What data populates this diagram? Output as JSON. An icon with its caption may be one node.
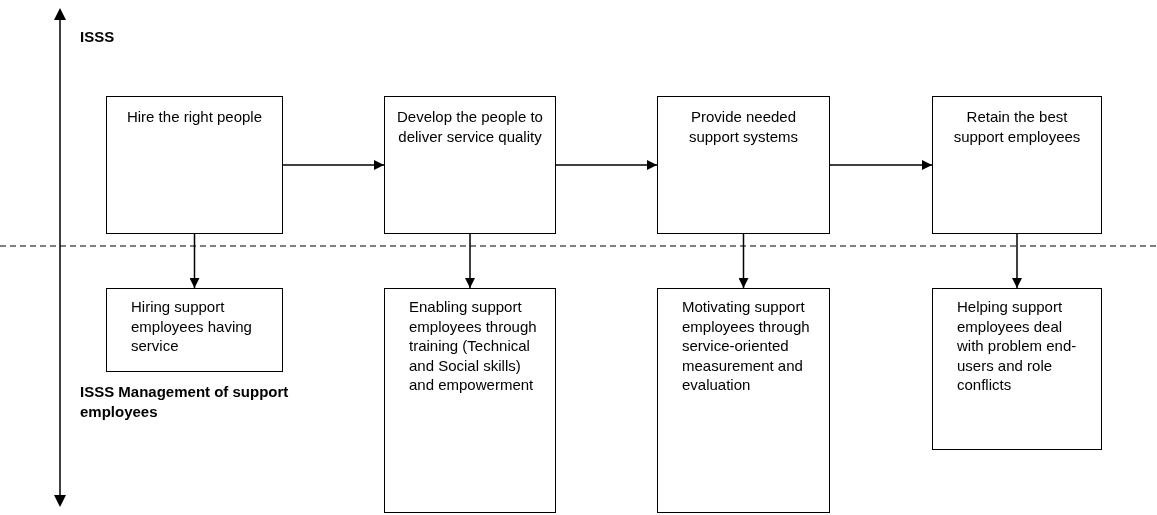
{
  "diagram": {
    "nodes": [
      {
        "text": [
          "Hire the right people"
        ]
      },
      {
        "text": [
          "Develop the people to deliver service quality"
        ]
      },
      {
        "text": [
          "Provide needed support systems"
        ]
      },
      {
        "text": [
          "Retain the best support employees"
        ]
      },
      {
        "text": [
          "Hiring support employees having service"
        ]
      },
      {
        "text": [
          "Enabling support employees through training (Technical and Social skills) and empowerment"
        ]
      },
      {
        "text": [
          "Motivating support employees through service-oriented measurement and evaluation"
        ]
      },
      {
        "text": [
          "Helping support employees deal with problem end-users and role conflicts"
        ]
      }
    ],
    "edges": [
      {
        "from": 0,
        "to": 1,
        "arrow": "to"
      },
      {
        "from": 1,
        "to": 2,
        "arrow": "to"
      },
      {
        "from": 2,
        "to": 3,
        "arrow": "to"
      },
      {
        "from": 0,
        "to": 4,
        "arrow": "to"
      },
      {
        "from": 1,
        "to": 5,
        "arrow": "to"
      },
      {
        "from": 2,
        "to": 6,
        "arrow": "to"
      },
      {
        "from": 3,
        "to": 7,
        "arrow": "to"
      }
    ],
    "labels": [
      "ISSS",
      "ISSS Management of support employees"
    ]
  }
}
